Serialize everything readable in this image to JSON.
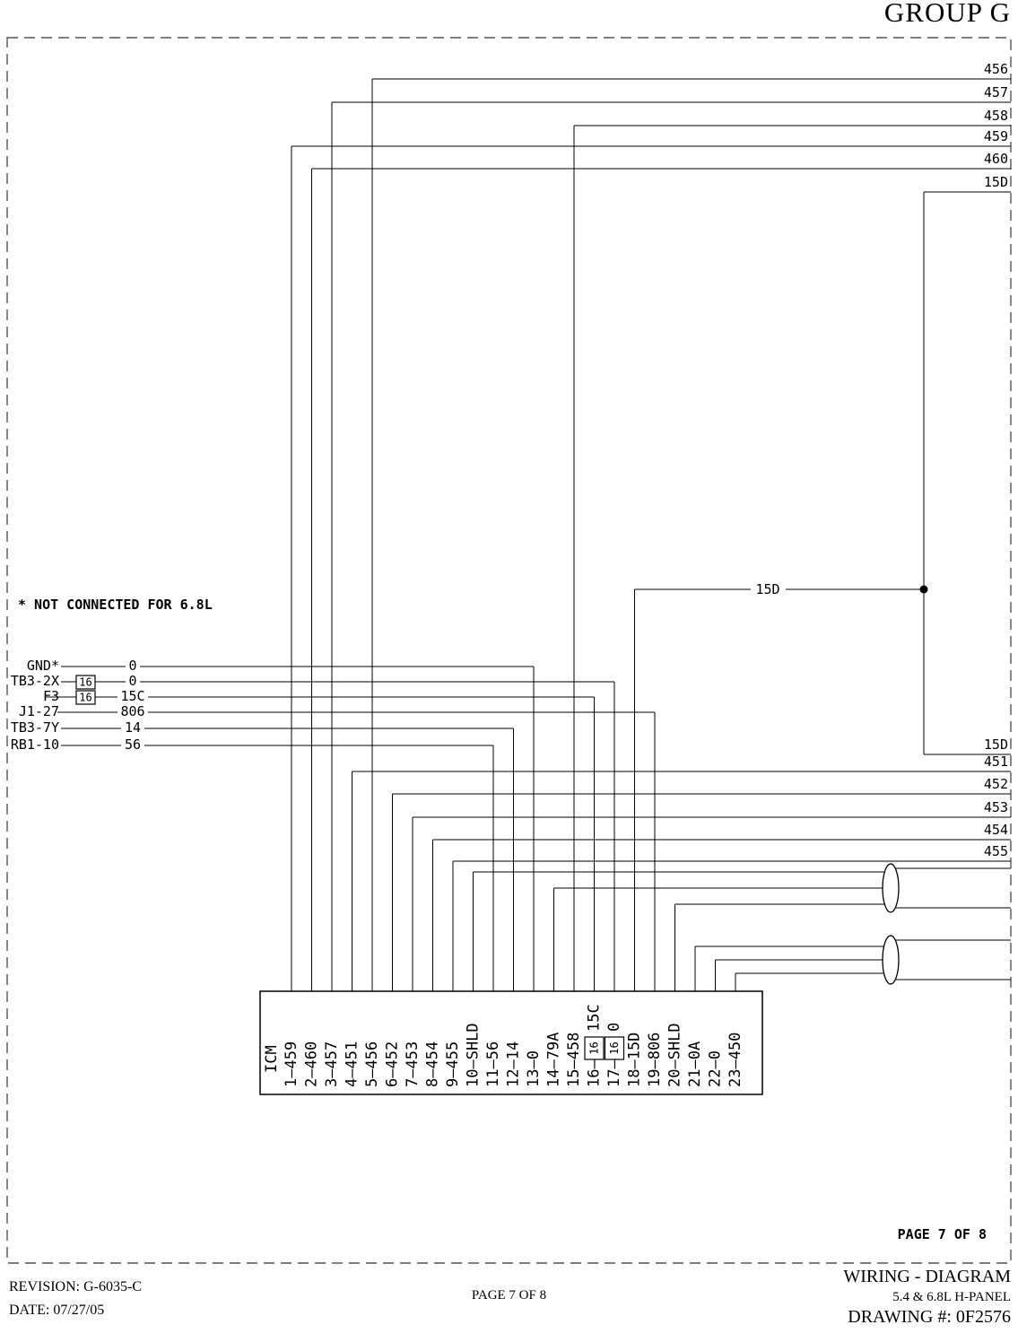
{
  "title": "GROUP G",
  "diagram": {
    "note": "* NOT CONNECTED FOR 6.8L",
    "page_label": "PAGE 7 OF 8",
    "right_labels": {
      "top": [
        "456",
        "457",
        "458",
        "459",
        "460",
        "15D"
      ],
      "mid": "15D",
      "bottom": [
        "15D",
        "451",
        "452",
        "453",
        "454",
        "455"
      ]
    },
    "left_rows": [
      {
        "terminal": "GND*",
        "wire": "0"
      },
      {
        "terminal": "TB3-2X",
        "wire": "0",
        "gauge": "16"
      },
      {
        "terminal": "F3",
        "wire": "15C",
        "gauge": "16"
      },
      {
        "terminal": "J1-27",
        "wire": "806"
      },
      {
        "terminal": "TB3-7Y",
        "wire": "14"
      },
      {
        "terminal": "RB1-10",
        "wire": "56"
      }
    ],
    "icm": {
      "label": "ICM",
      "pins": [
        {
          "label": "1—459"
        },
        {
          "label": "2—460"
        },
        {
          "label": "3—457"
        },
        {
          "label": "4—451"
        },
        {
          "label": "5—456"
        },
        {
          "label": "6—452"
        },
        {
          "label": "7—453"
        },
        {
          "label": "8—454"
        },
        {
          "label": "9—455"
        },
        {
          "label": "10—SHLD"
        },
        {
          "label": "11—56"
        },
        {
          "label": "12—14"
        },
        {
          "label": "13—0"
        },
        {
          "label": "14—79A"
        },
        {
          "label": "15—458"
        },
        {
          "num": "16—",
          "gauge": "16",
          "wire": "15C"
        },
        {
          "num": "17—",
          "gauge": "16",
          "wire": "0"
        },
        {
          "label": "18—15D"
        },
        {
          "label": "19—806"
        },
        {
          "label": "20—SHLD"
        },
        {
          "label": "21—0A"
        },
        {
          "label": "22—0"
        },
        {
          "label": "23—450"
        }
      ]
    }
  },
  "footer": {
    "revision": "REVISION: G-6035-C",
    "date": "DATE: 07/27/05",
    "page": "PAGE 7 OF 8",
    "doc_type": "WIRING - DIAGRAM",
    "panel": "5.4 & 6.8L H-PANEL",
    "drawing": "DRAWING #: 0F2576"
  }
}
